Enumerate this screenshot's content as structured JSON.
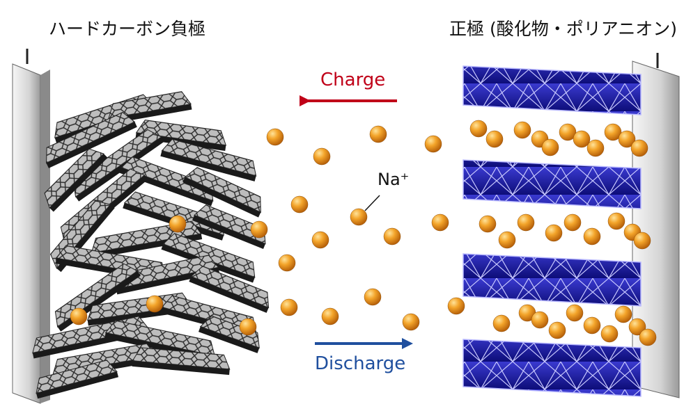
{
  "labels": {
    "anode": "ハードカーボン負極",
    "cathode": "正極 (酸化物・ポリアニオン)",
    "charge": "Charge",
    "discharge": "Discharge",
    "ion": "Na⁺"
  },
  "colors": {
    "charge_arrow": "#c00018",
    "discharge_arrow": "#1f4f9e",
    "ion": "#f0a020",
    "cathode_layer": "#1a1a9a",
    "carbon_sheet": "#b0b0b0",
    "electrode_plate": "#d8d8d8"
  },
  "icons": [
    "hard-carbon-stack",
    "sodium-ion-sphere",
    "octahedral-layer",
    "current-collector-plate"
  ]
}
